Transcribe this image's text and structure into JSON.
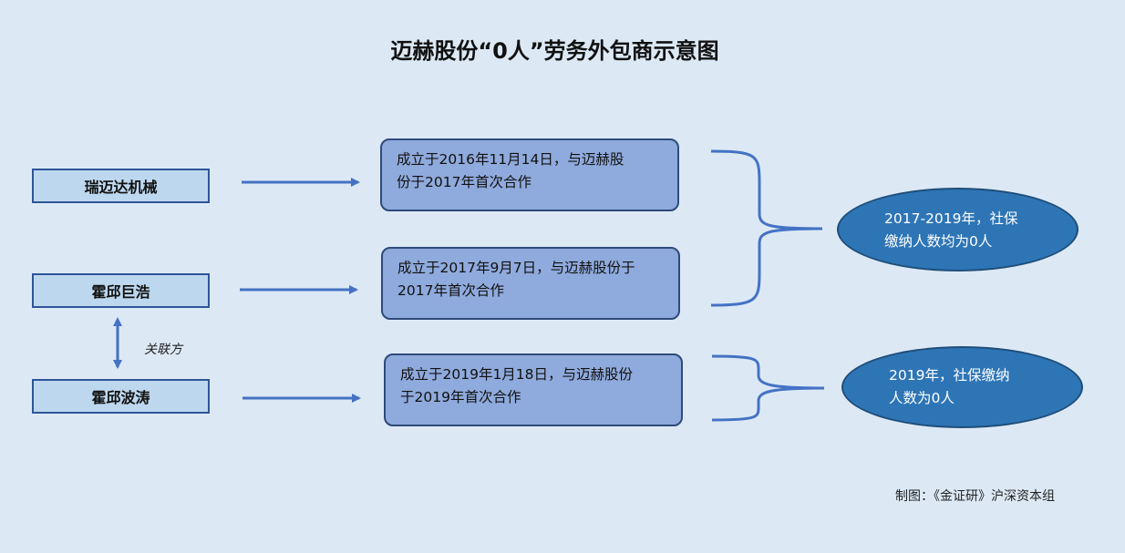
{
  "title": "迈赫股份“0人”劳务外包商示意图",
  "companies": [
    "瑞迈达机械",
    "霍邱巨浩",
    "霍邱波涛"
  ],
  "relation_label": "关联方",
  "info_boxes": [
    [
      "成立于2016年11月14日，与迈赫股",
      "份于2017年首次合作"
    ],
    [
      "成立于2017年9月7日，与迈赫股份于",
      "2017年首次合作"
    ],
    [
      "成立于2019年1月18日，与迈赫股份",
      "于2019年首次合作"
    ]
  ],
  "ellipses": [
    [
      "2017-2019年，社保",
      "缴纳人数均为0人"
    ],
    [
      "2019年，社保缴纳",
      "人数为0人"
    ]
  ],
  "credit": "制图：《金证研》沪深资本组",
  "colors": {
    "background": "#dce9f5",
    "company_fill": "#bdd7ee",
    "info_fill": "#8faadc",
    "ellipse_fill": "#2e75b6",
    "line": "#4472c4"
  }
}
